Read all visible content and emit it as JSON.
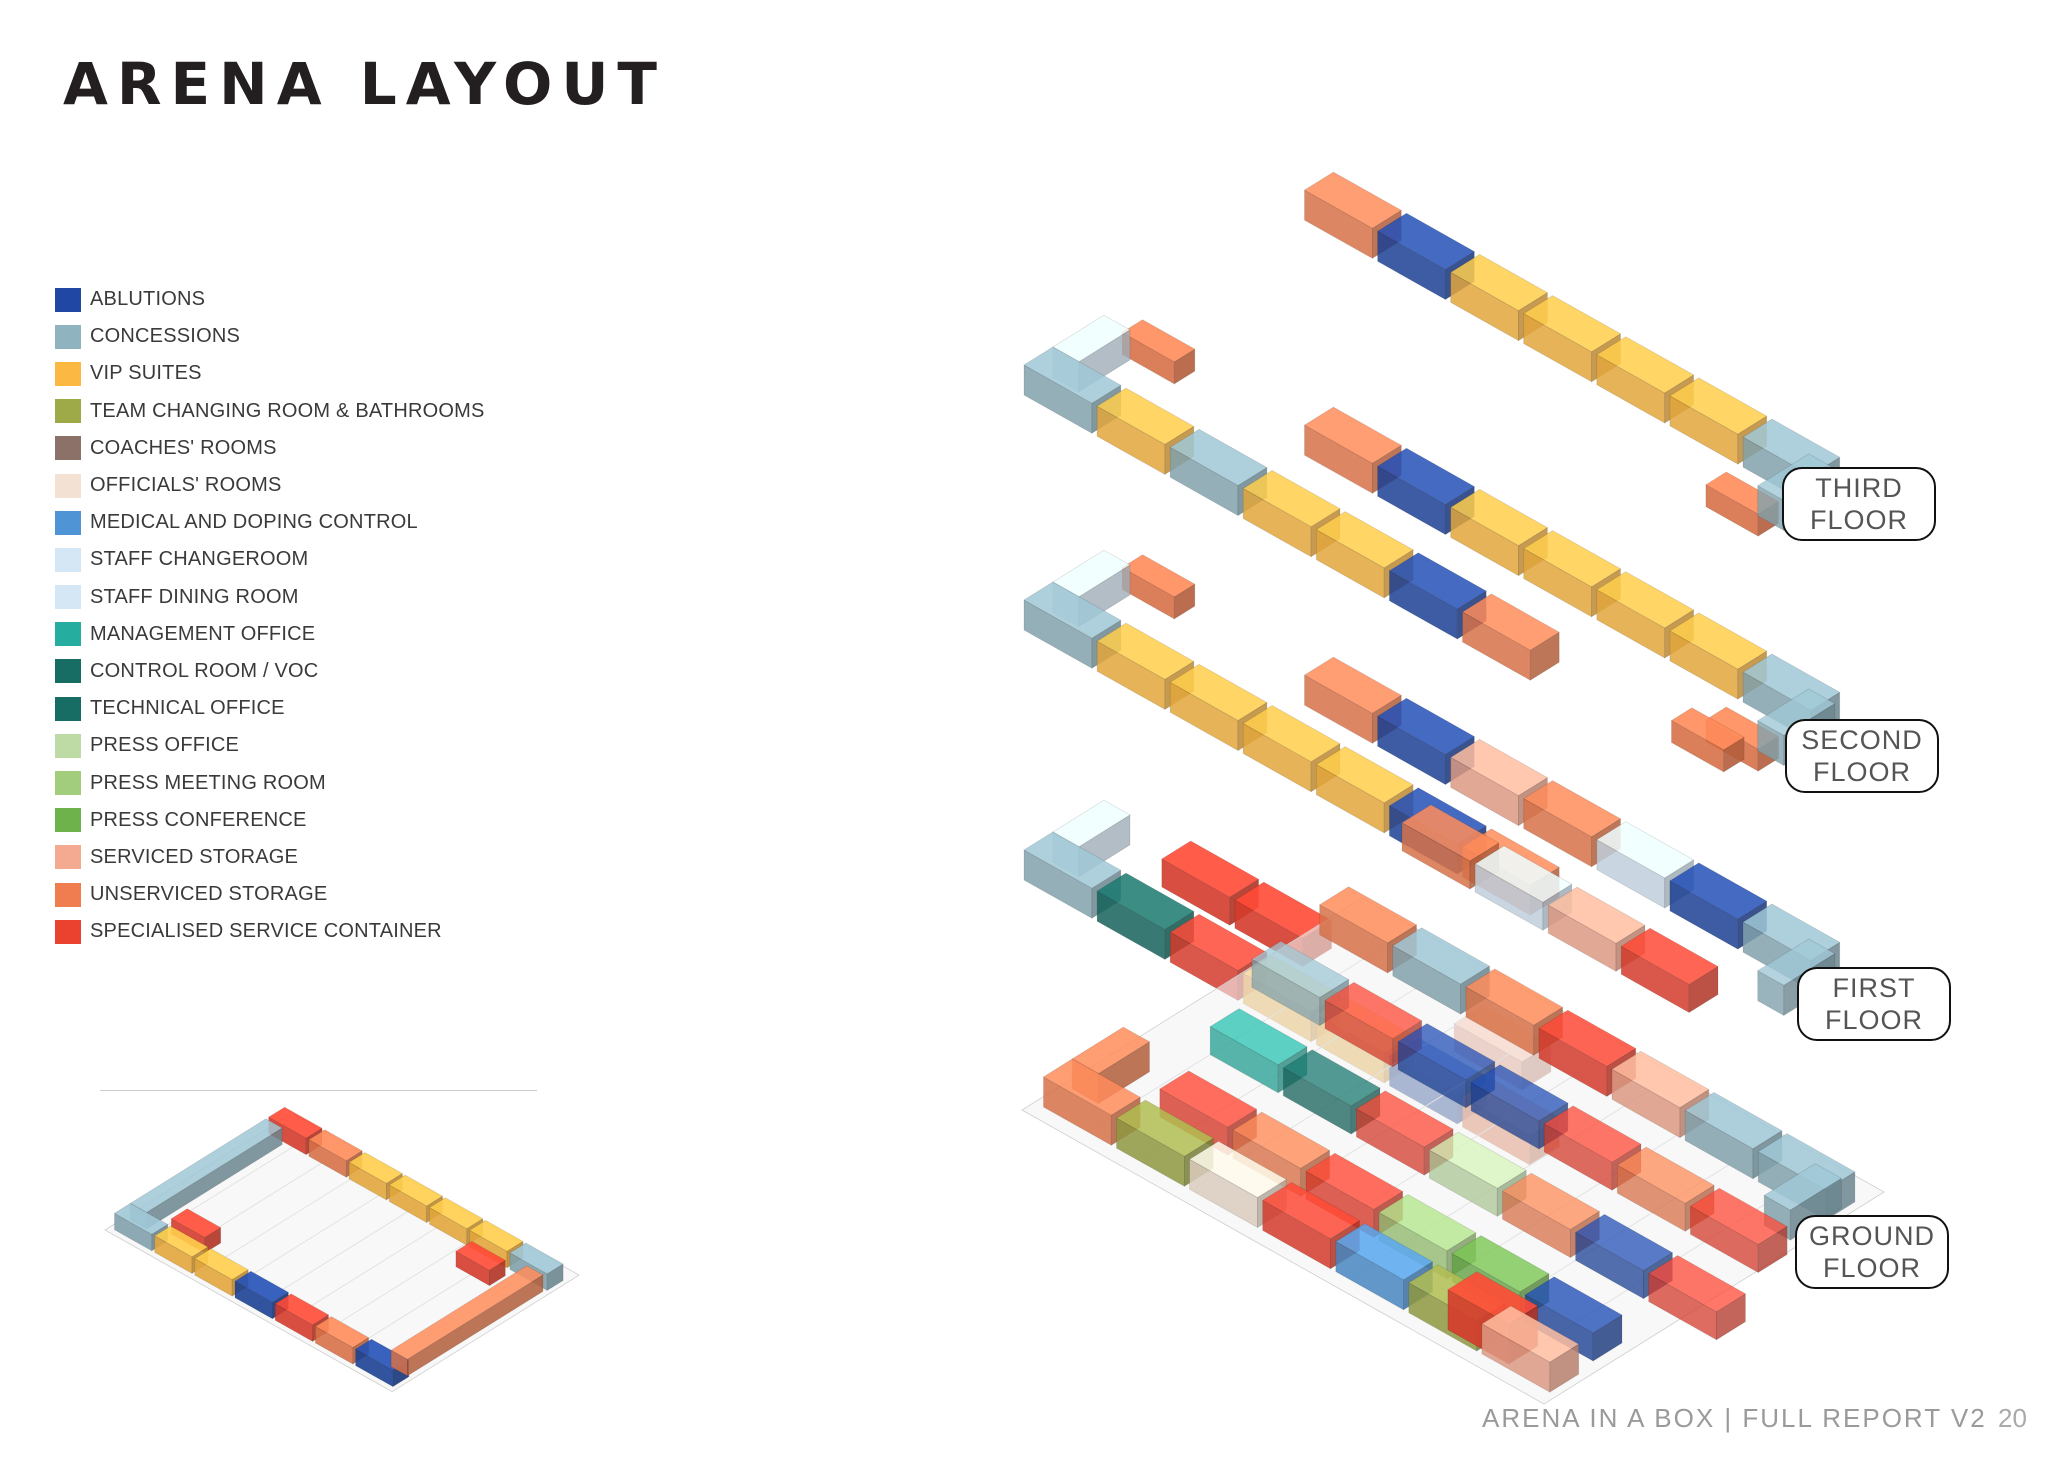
{
  "title": "ARENA LAYOUT",
  "legend": [
    {
      "label": "ABLUTIONS",
      "color": "#1f47a3"
    },
    {
      "label": "CONCESSIONS",
      "color": "#8fb3bf"
    },
    {
      "label": "VIP SUITES",
      "color": "#fbb843"
    },
    {
      "label": "TEAM CHANGING ROOM & BATHROOMS",
      "color": "#9ea948"
    },
    {
      "label": "COACHES' ROOMS",
      "color": "#8c7168"
    },
    {
      "label": "OFFICIALS' ROOMS",
      "color": "#f3e1d3"
    },
    {
      "label": "MEDICAL AND DOPING CONTROL",
      "color": "#4f95d6"
    },
    {
      "label": "STAFF CHANGEROOM",
      "color": "#d5e6f4"
    },
    {
      "label": "STAFF DINING ROOM",
      "color": "#d5e6f4"
    },
    {
      "label": "MANAGEMENT OFFICE",
      "color": "#25aea0"
    },
    {
      "label": "CONTROL ROOM / VOC",
      "color": "#176d64"
    },
    {
      "label": "TECHNICAL OFFICE",
      "color": "#176d64"
    },
    {
      "label": "PRESS OFFICE",
      "color": "#bedba6"
    },
    {
      "label": "PRESS MEETING ROOM",
      "color": "#a1cd7d"
    },
    {
      "label": "PRESS CONFERENCE",
      "color": "#6db24a"
    },
    {
      "label": "SERVICED STORAGE",
      "color": "#f4aa90"
    },
    {
      "label": "UNSERVICED STORAGE",
      "color": "#ef7d50"
    },
    {
      "label": "SPECIALISED SERVICE CONTAINER",
      "color": "#eb4230"
    }
  ],
  "floors": [
    {
      "line1": "THIRD",
      "line2": "FLOOR"
    },
    {
      "line1": "SECOND",
      "line2": "FLOOR"
    },
    {
      "line1": "FIRST",
      "line2": "FLOOR"
    },
    {
      "line1": "GROUND",
      "line2": "FLOOR"
    }
  ],
  "footer": {
    "text": "ARENA IN A BOX | FULL REPORT V2",
    "page": "20"
  }
}
